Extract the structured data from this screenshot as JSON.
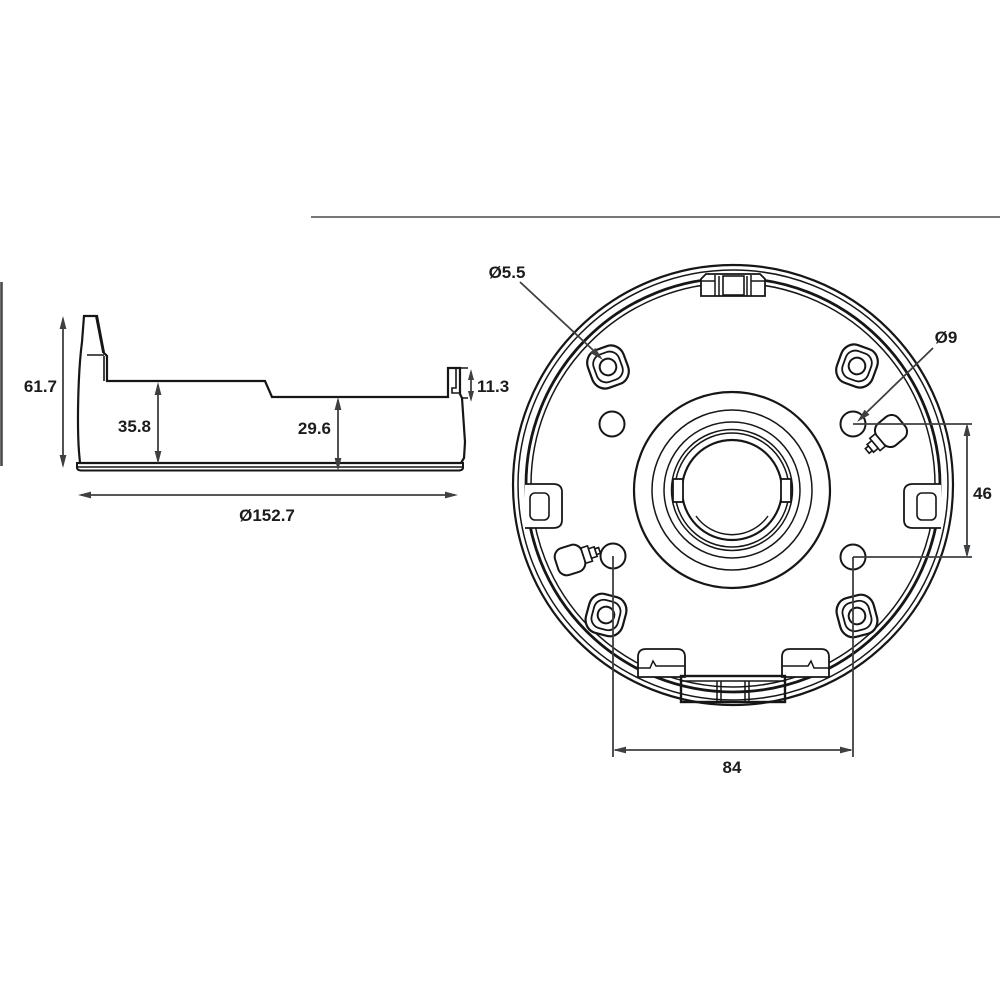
{
  "drawing": {
    "side_view": {
      "dimensions": {
        "overall_height": "61.7",
        "inner_height_left": "35.8",
        "inner_height_right": "29.6",
        "tab_height": "11.3",
        "base_diameter": "Ø152.7"
      }
    },
    "front_view": {
      "dimensions": {
        "screw_hole_diameter": "Ø5.5",
        "mount_hole_diameter": "Ø9",
        "mount_hole_vertical_spacing": "46",
        "mount_hole_horizontal_spacing": "84"
      }
    },
    "colors": {
      "line": "#161616",
      "dimension": "#3c4043",
      "background": "#ffffff"
    }
  }
}
